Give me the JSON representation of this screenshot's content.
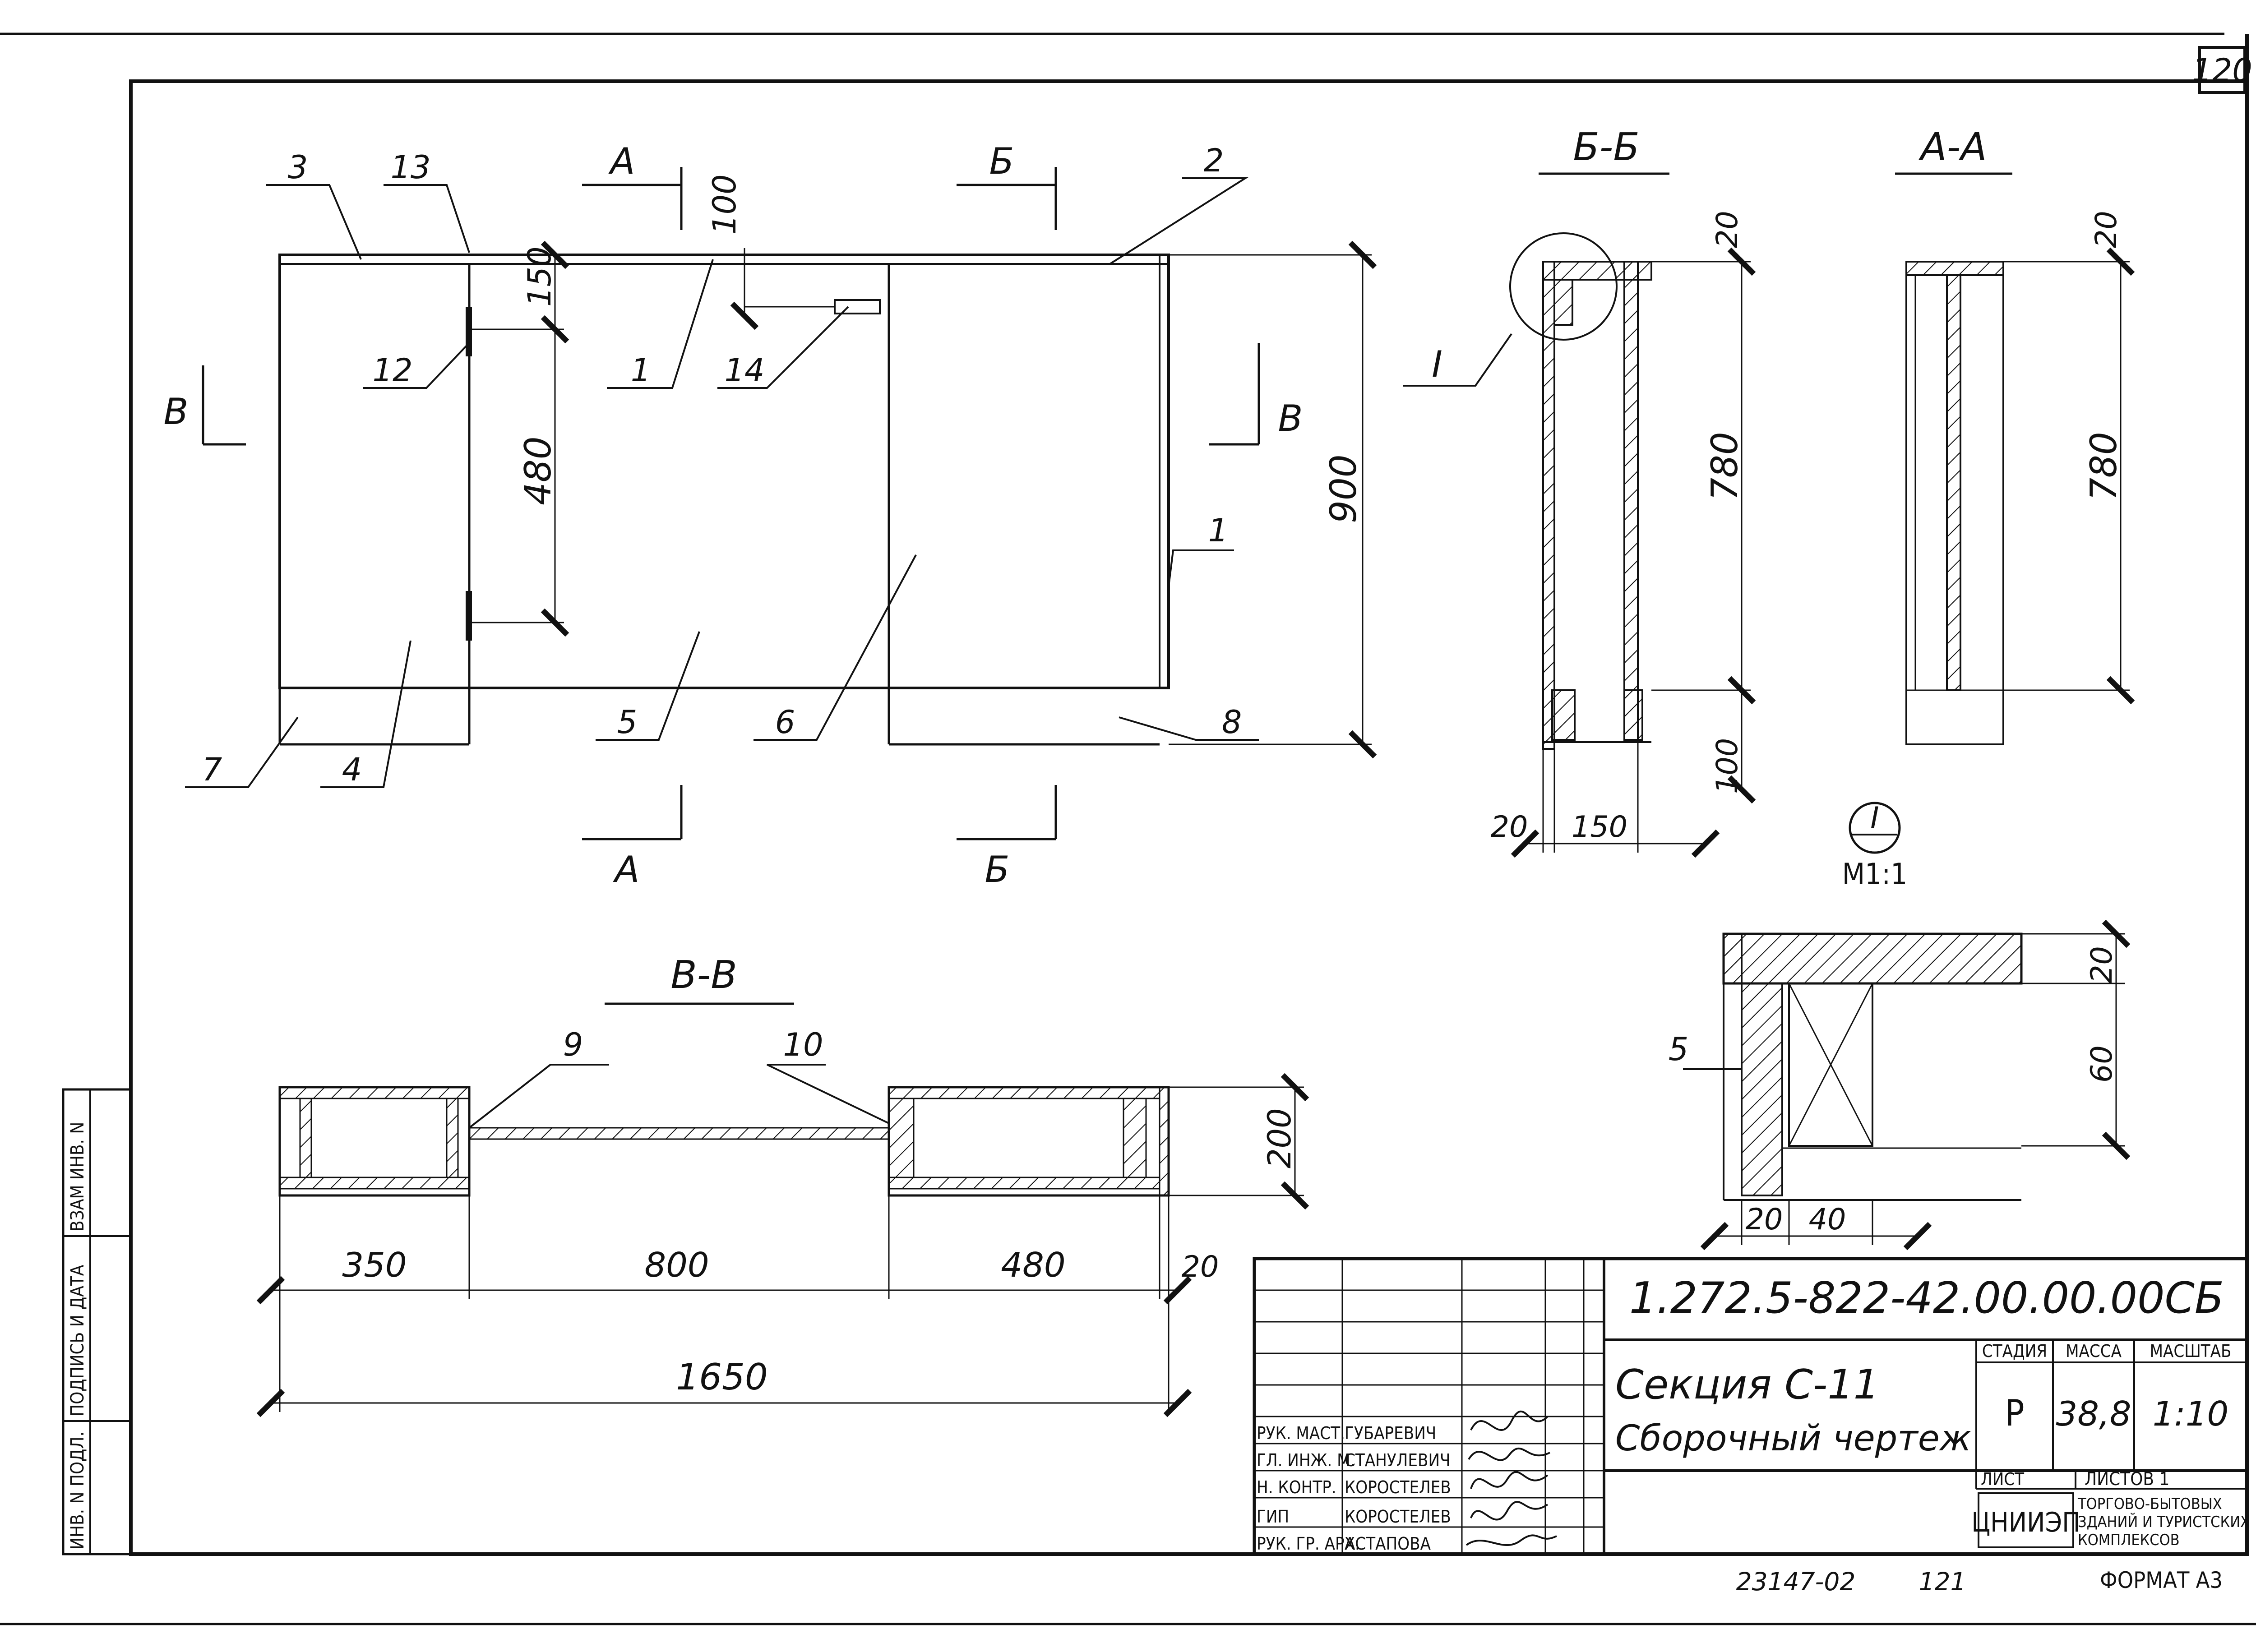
{
  "sheet": {
    "page_number": "120",
    "footer_code": "23147-02",
    "footer_number": "121",
    "format": "ФОРМАТ А3"
  },
  "margin_stamps": [
    "ИНВ. N ПОДЛ.",
    "ПОДПИСЬ И ДАТА",
    "ВЗАМ ИНВ. N"
  ],
  "front_view": {
    "callouts": [
      "3",
      "13",
      "2",
      "12",
      "1",
      "14",
      "1",
      "7",
      "4",
      "5",
      "6",
      "8"
    ],
    "section_marks": {
      "A_top": "А",
      "A_bottom": "А",
      "B_top": "Б",
      "B_bottom": "Б",
      "V_left": "В",
      "V_right": "В"
    },
    "dims": {
      "d100": "100",
      "d150": "150",
      "d480": "480",
      "d900": "900"
    }
  },
  "section_bb": {
    "title": "Б-Б",
    "node": "I",
    "dims": {
      "d20": "20",
      "d780": "780",
      "d100": "100",
      "w20": "20",
      "w150": "150"
    }
  },
  "section_aa": {
    "title": "А-А",
    "dims": {
      "d20": "20",
      "d780": "780"
    }
  },
  "node_detail": {
    "label": "I",
    "scale": "М1:1",
    "callout": "5",
    "dims": {
      "d20": "20",
      "d60": "60",
      "w20": "20",
      "w40": "40"
    }
  },
  "section_vv": {
    "title": "В-В",
    "callouts": [
      "9",
      "10"
    ],
    "dims": {
      "h200": "200",
      "w350": "350",
      "w800": "800",
      "w480": "480",
      "w20": "20",
      "total": "1650"
    }
  },
  "title_block": {
    "doc_code": "1.272.5-822-42.00.00.00СБ",
    "title_line1": "Секция С-11",
    "title_line2": "Сборочный чертеж",
    "stage_label": "СТАДИЯ",
    "mass_label": "МАССА",
    "scale_label": "МАСШТАБ",
    "stage": "Р",
    "mass": "38,8",
    "scale": "1:10",
    "sheet_label": "ЛИСТ",
    "sheets_label": "ЛИСТОВ 1",
    "org_logo": "ЦНИИЭП",
    "org_name": [
      "ТОРГОВО-БЫТОВЫХ",
      "ЗДАНИЙ И ТУРИСТСКИХ",
      "КОМПЛЕКСОВ"
    ],
    "signers": [
      {
        "role": "РУК. МАСТ.",
        "name": "ГУБАРЕВИЧ"
      },
      {
        "role": "ГЛ. ИНЖ. М.",
        "name": "СТАНУЛЕВИЧ"
      },
      {
        "role": "Н. КОНТР.",
        "name": "КОРОСТЕЛЕВ"
      },
      {
        "role": "ГИП",
        "name": "КОРОСТЕЛЕВ"
      },
      {
        "role": "РУК. ГР. АРХ.",
        "name": "АСТАПОВА"
      }
    ]
  }
}
